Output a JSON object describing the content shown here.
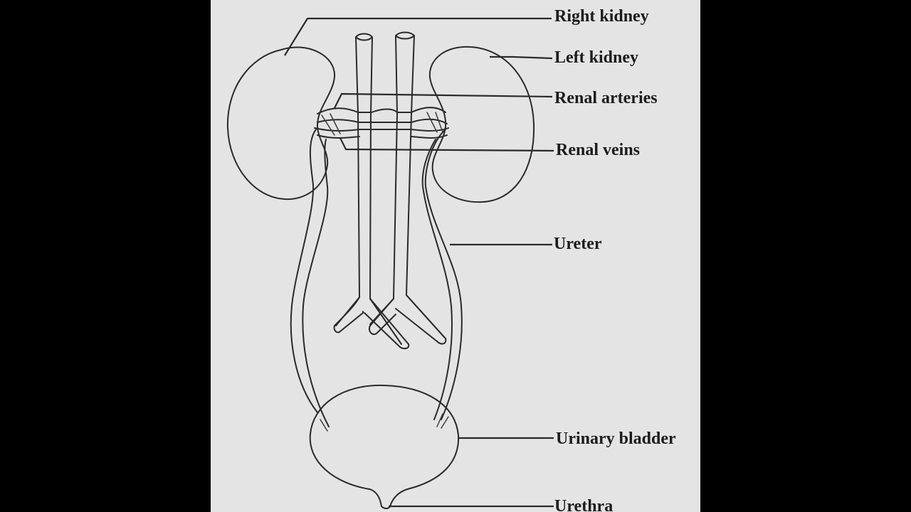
{
  "labels": {
    "right_kidney": "Right kidney",
    "left_kidney": "Left kidney",
    "renal_arteries": "Renal arteries",
    "renal_veins": "Renal veins",
    "ureter": "Ureter",
    "urinary_bladder": "Urinary bladder",
    "urethra": "Urethra"
  }
}
